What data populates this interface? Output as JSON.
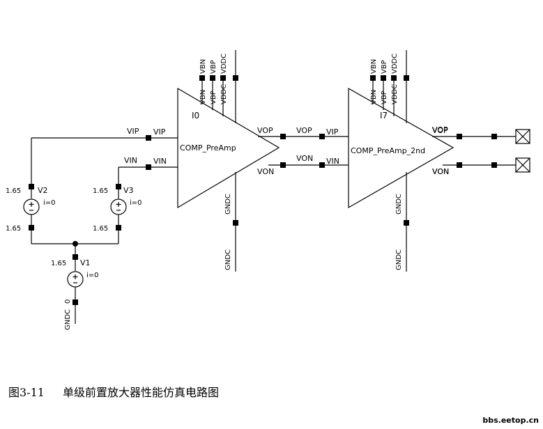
{
  "amp1": {
    "instance": "I0",
    "cell": "COMP_PreAmp",
    "pins": {
      "vip": "VIP",
      "vin": "VIN",
      "vop": "VOP",
      "von": "VON",
      "vbn": "VBN",
      "vbp": "VBP",
      "vddc": "VDDC",
      "gndc": "GNDC"
    }
  },
  "amp2": {
    "instance": "I7",
    "cell": "COMP_PreAmp_2nd",
    "pins": {
      "vip": "VIP",
      "vin": "VIN",
      "vop": "VOP",
      "von": "VON",
      "vbn": "VBN",
      "vbp": "VBP",
      "vddc": "VDDC",
      "gndc": "GNDC"
    }
  },
  "wires": {
    "vip": "VIP",
    "vin": "VIN",
    "vop": "VOP",
    "von": "VON",
    "out_vop": "VOP",
    "out_von": "VON",
    "vbn": "VBN",
    "vbp": "VBP",
    "vddc": "VDDC",
    "gndc": "GNDC"
  },
  "sources": [
    {
      "name": "V2",
      "dc_top": "1.65",
      "dc_bottom": "1.65",
      "current": "i=0"
    },
    {
      "name": "V3",
      "dc_top": "1.65",
      "dc_bottom": "1.65",
      "current": "i=0"
    },
    {
      "name": "V1",
      "dc_top": "1.65",
      "current": "i=0",
      "ground_net": "GNDC",
      "ground_value": "0"
    }
  ],
  "caption": {
    "number": "图3-11",
    "title": "单级前置放大器性能仿真电路图"
  },
  "watermark": "bbs.eetop.cn"
}
